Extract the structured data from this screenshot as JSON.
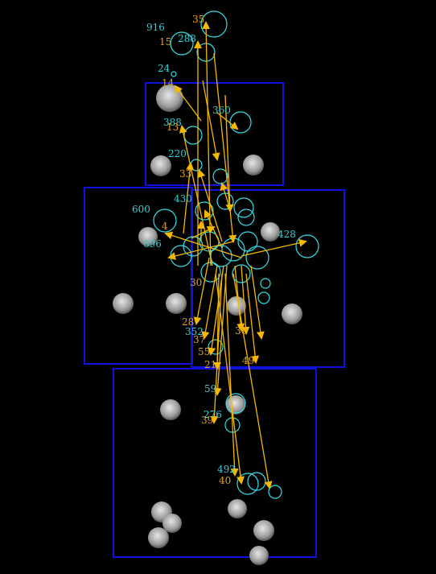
{
  "colors": {
    "background": "#000000",
    "panel_border": "#1010e0",
    "blob_fill": "#c8c8c8",
    "circle_stroke": "#33e0e8",
    "cyan_label": "#33d0d8",
    "arrow": "#f5b800",
    "orange_label": "#e8a020"
  },
  "panels": [
    {
      "id": "panel-top"
    },
    {
      "id": "panel-middle-left"
    },
    {
      "id": "panel-middle-right"
    },
    {
      "id": "panel-bottom"
    }
  ],
  "cyan_labels": [
    "916",
    "288",
    "24",
    "388",
    "360",
    "220",
    "430",
    "600",
    "696",
    "428",
    "352",
    "276",
    "59",
    "492"
  ],
  "orange_labels": [
    "35",
    "15",
    "14",
    "13",
    "33",
    "4",
    "28",
    "37",
    "30",
    "55",
    "21",
    "39",
    "40",
    "49",
    "30"
  ]
}
